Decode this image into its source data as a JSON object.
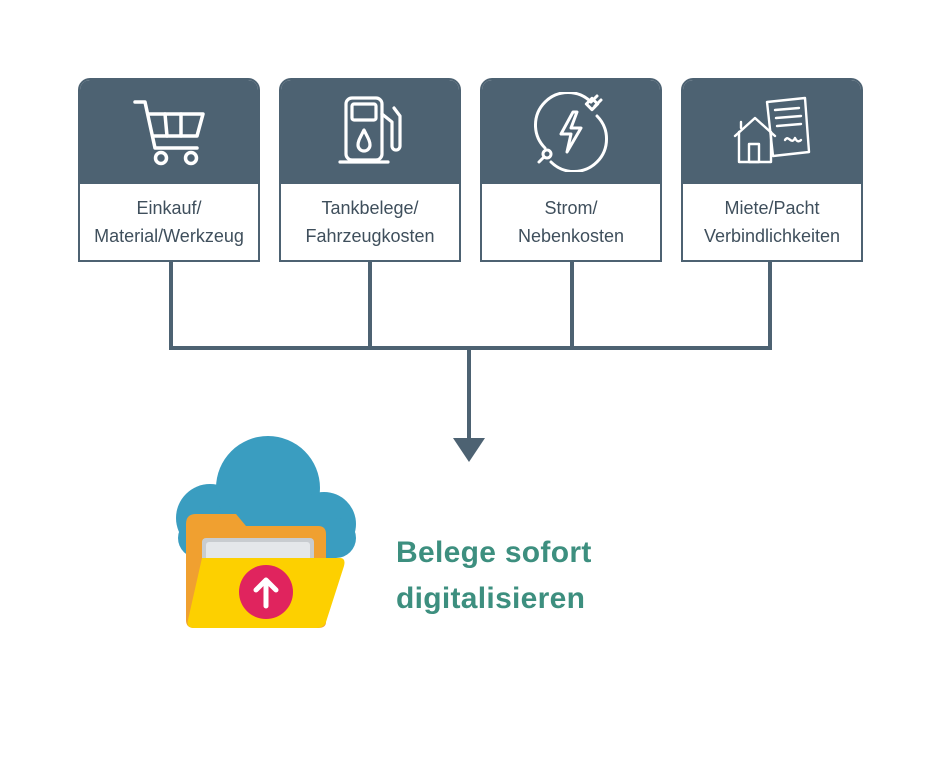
{
  "categories": [
    {
      "icon": "shopping-cart-icon",
      "label": "Einkauf/\nMaterial/Werkzeug"
    },
    {
      "icon": "fuel-pump-icon",
      "label": "Tankbelege/\nFahrzeugkosten"
    },
    {
      "icon": "electricity-plug-icon",
      "label": "Strom/\nNebenkosten"
    },
    {
      "icon": "house-contract-icon",
      "label": "Miete/Pacht\nVerbindlichkeiten"
    }
  ],
  "destination": {
    "icon": "cloud-folder-upload-icon",
    "text": "Belege sofort\ndigitalisieren"
  },
  "colors": {
    "header": "#4d6272",
    "label_text": "#3f4f5c",
    "tagline": "#3d8f7f",
    "cloud": "#3a9dc0",
    "folder_back": "#f0a030",
    "folder_front": "#fdd000",
    "upload_badge": "#e0245e"
  }
}
